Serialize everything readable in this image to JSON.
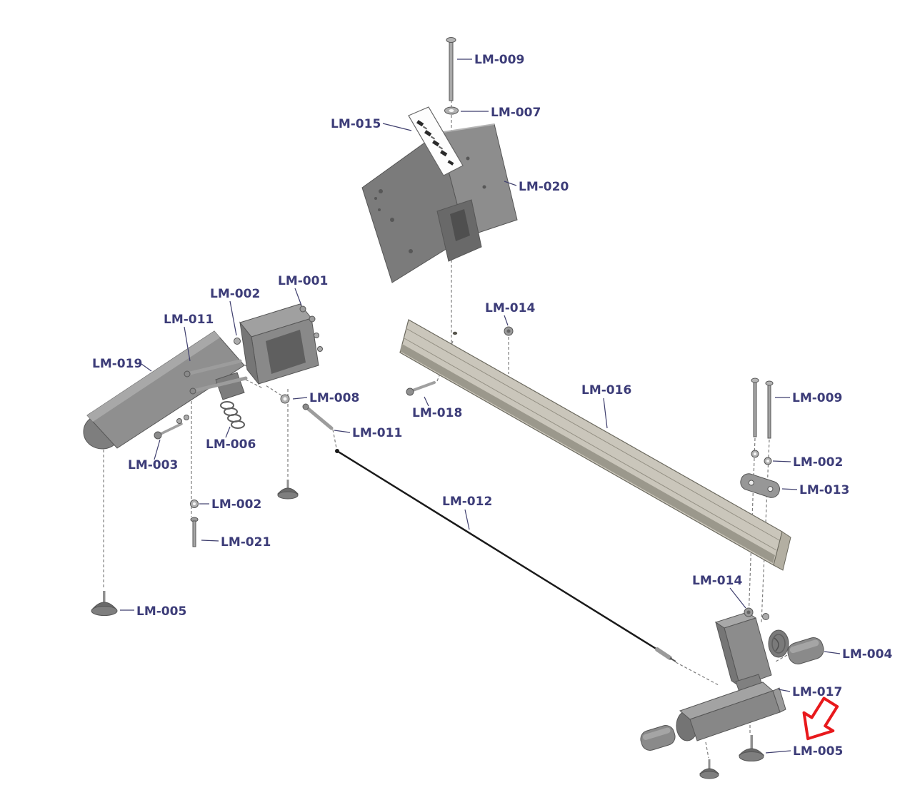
{
  "diagram": {
    "type": "exploded-parts-diagram",
    "description": "Exploded assembly parts diagram with part number callouts",
    "background_color": "#ffffff",
    "label_color": "#3c3c78",
    "part_gray": "#8f8f8f",
    "rail_color": "#cac6bb",
    "highlight_arrow_color": "#e8191c",
    "highlight": {
      "shape": "red-outline-arrow",
      "points_to": "LM-005"
    },
    "labels": [
      {
        "text": "LM-009"
      },
      {
        "text": "LM-007"
      },
      {
        "text": "LM-015"
      },
      {
        "text": "LM-020"
      },
      {
        "text": "LM-001"
      },
      {
        "text": "LM-002"
      },
      {
        "text": "LM-011"
      },
      {
        "text": "LM-014"
      },
      {
        "text": "LM-019"
      },
      {
        "text": "LM-008"
      },
      {
        "text": "LM-016"
      },
      {
        "text": "LM-018"
      },
      {
        "text": "LM-009"
      },
      {
        "text": "LM-011"
      },
      {
        "text": "LM-006"
      },
      {
        "text": "LM-003"
      },
      {
        "text": "LM-002"
      },
      {
        "text": "LM-013"
      },
      {
        "text": "LM-002"
      },
      {
        "text": "LM-012"
      },
      {
        "text": "LM-021"
      },
      {
        "text": "LM-014"
      },
      {
        "text": "LM-005"
      },
      {
        "text": "LM-004"
      },
      {
        "text": "LM-017"
      },
      {
        "text": "LM-005"
      }
    ]
  }
}
